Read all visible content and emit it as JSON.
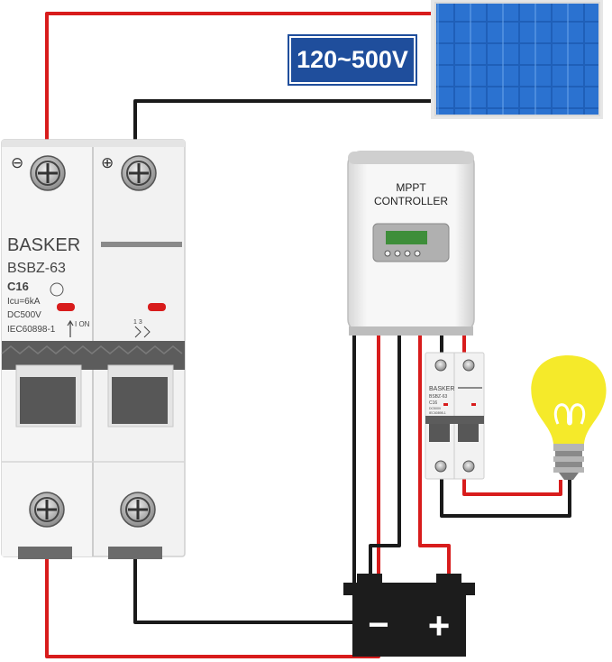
{
  "voltage_label": "120~500V",
  "main_breaker": {
    "brand": "BASKER",
    "model": "BSBZ-63",
    "rating": "C16",
    "icu": "Icu=6kA",
    "dc_rating": "DC500V",
    "standard": "IEC60898-1",
    "on_label": "I ON",
    "minus_symbol": "⊖",
    "plus_symbol": "⊕",
    "pole_marks": "1  3"
  },
  "small_breaker": {
    "brand": "BASKER",
    "model": "BSBZ-63",
    "rating": "C16",
    "dc_rating": "DC500V",
    "standard": "IEC60898-1"
  },
  "controller": {
    "line1": "MPPT",
    "line2": "CONTROLLER"
  },
  "battery": {
    "minus": "−",
    "plus": "+"
  },
  "colors": {
    "wire_red": "#d81c1c",
    "wire_black": "#1a1a1a",
    "panel_blue": "#1f5fb8",
    "badge_blue": "#1f4e9c",
    "bulb_yellow": "#f5ea2a",
    "battery_body": "#1c1c1c"
  }
}
